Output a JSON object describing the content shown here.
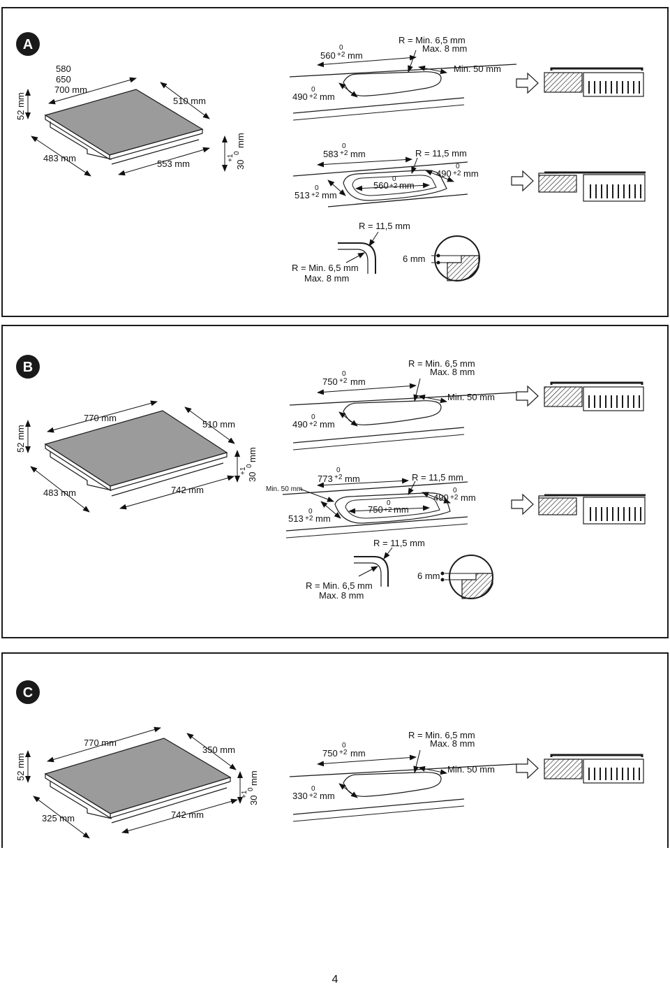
{
  "page": {
    "number": "4"
  },
  "sections": {
    "a": {
      "badge": "A",
      "hob": {
        "height": "52 mm",
        "width_options": [
          "580",
          "650",
          "700 mm"
        ],
        "depth": "510 mm",
        "bottom_depth": "483 mm",
        "bottom_width": "553 mm",
        "thickness_value": "30",
        "thickness_tol_upper": "+1",
        "thickness_tol_lower": "0",
        "thickness_unit": "mm"
      },
      "cutout1": {
        "width_value": "560",
        "width_upper": "0",
        "width_lower": "+2",
        "width_unit": "mm",
        "depth_value": "490",
        "depth_upper": "0",
        "depth_lower": "+2",
        "depth_unit": "mm",
        "radius_min": "R = Min. 6,5 mm",
        "radius_max": "Max. 8 mm",
        "min_distance": "Min. 50 mm"
      },
      "cutout2": {
        "outer_width_value": "583",
        "outer_width_upper": "0",
        "outer_width_lower": "+2",
        "outer_width_unit": "mm",
        "radius": "R = 11,5 mm",
        "depth_value": "490",
        "depth_upper": "0",
        "depth_lower": "+2",
        "depth_unit": "mm",
        "inner_width_value": "560",
        "inner_width_upper": "0",
        "inner_width_lower": "+2",
        "inner_width_unit": "mm",
        "outer_depth_value": "513",
        "outer_depth_upper": "0",
        "outer_depth_lower": "+2",
        "outer_depth_unit": "mm"
      },
      "details": {
        "radius_large": "R = 11,5 mm",
        "radius_min": "R = Min. 6,5 mm",
        "radius_max": "Max. 8 mm",
        "rebate": "6 mm"
      }
    },
    "b": {
      "badge": "B",
      "hob": {
        "height": "52 mm",
        "width": "770 mm",
        "depth": "510 mm",
        "bottom_depth": "483 mm",
        "bottom_width": "742 mm",
        "thickness_value": "30",
        "thickness_tol_upper": "+1",
        "thickness_tol_lower": "0",
        "thickness_unit": "mm"
      },
      "cutout1": {
        "width_value": "750",
        "width_upper": "0",
        "width_lower": "+2",
        "width_unit": "mm",
        "depth_value": "490",
        "depth_upper": "0",
        "depth_lower": "+2",
        "depth_unit": "mm",
        "radius_min": "R = Min. 6,5 mm",
        "radius_max": "Max. 8 mm",
        "min_distance": "Min. 50 mm"
      },
      "cutout2": {
        "min_distance": "Min. 50 mm",
        "outer_width_value": "773",
        "outer_width_upper": "0",
        "outer_width_lower": "+2",
        "outer_width_unit": "mm",
        "radius": "R = 11,5 mm",
        "depth_value": "490",
        "depth_upper": "0",
        "depth_lower": "+2",
        "depth_unit": "mm",
        "inner_width_value": "750",
        "inner_width_upper": "0",
        "inner_width_lower": "+2",
        "inner_width_unit": "mm",
        "outer_depth_value": "513",
        "outer_depth_upper": "0",
        "outer_depth_lower": "+2",
        "outer_depth_unit": "mm"
      },
      "details": {
        "radius_large": "R = 11,5 mm",
        "radius_min": "R = Min. 6,5 mm",
        "radius_max": "Max. 8 mm",
        "rebate": "6 mm"
      }
    },
    "c": {
      "badge": "C",
      "hob": {
        "height": "52 mm",
        "width": "770 mm",
        "depth": "350 mm",
        "bottom_depth": "325 mm",
        "bottom_width": "742 mm",
        "thickness_value": "30",
        "thickness_tol_upper": "+1",
        "thickness_tol_lower": "0",
        "thickness_unit": "mm"
      },
      "cutout1": {
        "width_value": "750",
        "width_upper": "0",
        "width_lower": "+2",
        "width_unit": "mm",
        "depth_value": "330",
        "depth_upper": "0",
        "depth_lower": "+2",
        "depth_unit": "mm",
        "radius_min": "R = Min. 6,5 mm",
        "radius_max": "Max. 8 mm",
        "min_distance": "Min. 50 mm"
      }
    }
  },
  "colors": {
    "hob_top": "#9b9b9b",
    "badge": "#1a1a1a",
    "line": "#1a1a1a"
  }
}
